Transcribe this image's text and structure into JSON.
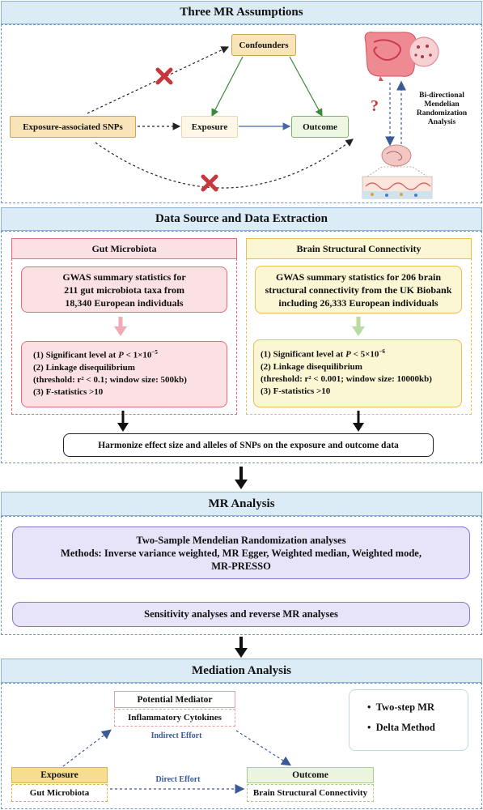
{
  "colors": {
    "header_bg": "#dcecf6",
    "panel_border": "#6f95c4",
    "pink_bg": "#fbe1e3",
    "pink_border": "#e86a79",
    "yellow_bg": "#fbf6d3",
    "yellow_border": "#e5c24b",
    "purple_bg": "#e7e3f8",
    "purple_border": "#8676c7",
    "tan_bg": "#f9e3b8",
    "cross_red": "#c8373d"
  },
  "section1": {
    "title": "Three MR Assumptions",
    "confounders": "Confounders",
    "exposure_snps": "Exposure-associated SNPs",
    "exposure": "Exposure",
    "outcome": "Outcome",
    "question_mark": "?",
    "bidirectional": "Bi-directional Mendelian Randomization Analysis"
  },
  "section2": {
    "title": "Data Source and Data Extraction",
    "gut": {
      "title": "Gut Microbiota",
      "summary_lines": [
        "GWAS summary statistics for",
        "211  gut microbiota taxa from",
        "18,340 European individuals"
      ],
      "criteria": {
        "c1_prefix": "(1) Significant level at ",
        "c1_p": "P",
        "c1_mid": " < 1×10",
        "c1_exp": "−5",
        "c2": "(2) Linkage disequilibrium",
        "c2_threshold": "(threshold: r² < 0.1; window size: 500kb)",
        "c3": "(3) F-statistics >10"
      }
    },
    "brain": {
      "title": "Brain Structural Connectivity",
      "summary_lines": [
        "GWAS summary statistics for 206 brain",
        "structural connectivity from  the UK Biobank",
        "including 26,333 European individuals"
      ],
      "criteria": {
        "c1_prefix": "(1) Significant level at ",
        "c1_p": "P",
        "c1_mid": " < 5×10",
        "c1_exp": "−6",
        "c2": "(2) Linkage disequilibrium",
        "c2_threshold": "(threshold: r² < 0.001; window size: 10000kb)",
        "c3": "(3) F-statistics >10"
      }
    },
    "harmonize": "Harmonize effect size and alleles of SNPs on the exposure and outcome data"
  },
  "section3": {
    "title": "MR Analysis",
    "box1_lines": [
      "Two-Sample Mendelian Randomization analyses",
      "Methods: Inverse variance weighted, MR Egger, Weighted median, Weighted mode,",
      "MR-PRESSO"
    ],
    "box2": "Sensitivity analyses and reverse MR analyses"
  },
  "section4": {
    "title": "Mediation Analysis",
    "mediator_title": "Potential Mediator",
    "mediator_sub": "Inflammatory Cytokines",
    "indirect": "Indirect Effort",
    "direct": "Direct Effort",
    "exposure_title": "Exposure",
    "exposure_sub": "Gut Microbiota",
    "outcome_title": "Outcome",
    "outcome_sub": "Brain Structural Connectivity",
    "methods": [
      "Two-step MR",
      "Delta Method"
    ]
  }
}
